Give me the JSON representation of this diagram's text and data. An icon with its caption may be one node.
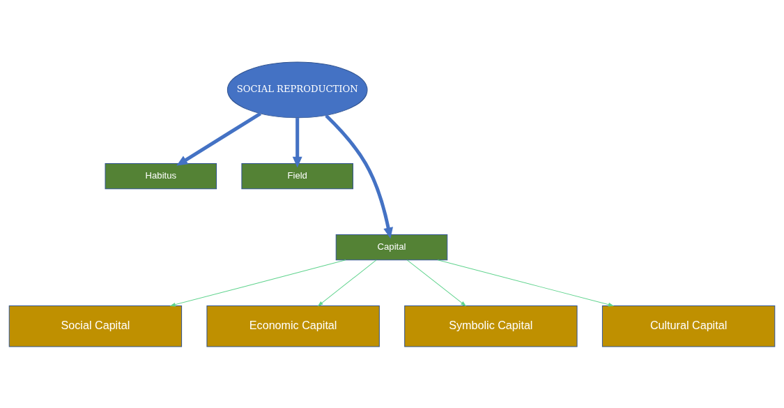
{
  "diagram": {
    "nodes": [
      {
        "text": [
          "SOCIAL REPRODUCTION"
        ]
      },
      {
        "text": [
          "Habitus"
        ]
      },
      {
        "text": [
          "Field"
        ]
      },
      {
        "text": [
          "Capital"
        ]
      },
      {
        "text": [
          "Social Capital"
        ]
      },
      {
        "text": [
          "Economic Capital"
        ]
      },
      {
        "text": [
          "Symbolic Capital"
        ]
      },
      {
        "text": [
          "Cultural Capital"
        ]
      }
    ],
    "edges": [
      {
        "from": 0,
        "to": 1,
        "arrow": "to",
        "style": "thick",
        "color": "#4472c4"
      },
      {
        "from": 0,
        "to": 3,
        "arrow": "to",
        "style": "thick",
        "color": "#4472c4"
      },
      {
        "from": 0,
        "to": 2,
        "arrow": "to",
        "style": "thick",
        "color": "#4472c4"
      },
      {
        "from": 3,
        "to": 4,
        "arrow": "to"
      },
      {
        "from": 3,
        "to": 5,
        "arrow": "to"
      },
      {
        "from": 3,
        "to": 6,
        "arrow": "to"
      },
      {
        "from": 3,
        "to": 7,
        "arrow": "to"
      }
    ]
  }
}
